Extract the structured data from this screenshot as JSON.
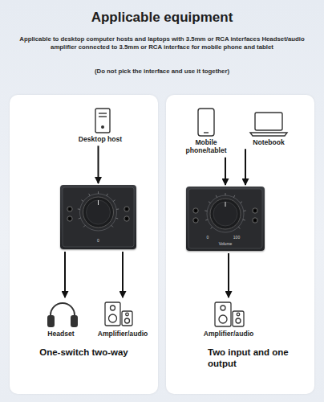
{
  "diagram": {
    "title": "Applicable equipment",
    "nodes": [
      {
        "text": [
          "One-switch two-way"
        ]
      },
      {
        "text": [
          "Desktop host"
        ],
        "in": 0
      },
      {
        "text": [
          "0"
        ],
        "in": 0
      },
      {
        "text": [
          "Headset"
        ],
        "in": 0
      },
      {
        "text": [
          "Amplifier/audio"
        ],
        "in": 0
      },
      {
        "text": [
          "Two input and one output"
        ]
      },
      {
        "text": [
          "Mobile phone/tablet"
        ],
        "in": 5
      },
      {
        "text": [
          "Notebook"
        ],
        "in": 5
      },
      {
        "text": [
          "0",
          "100",
          "Volume"
        ],
        "in": 5
      },
      {
        "text": [
          "Amplifier/audio"
        ],
        "in": 5
      }
    ],
    "edges": [
      {
        "from": 1,
        "to": 2,
        "arrow": "to"
      },
      {
        "from": 2,
        "to": 3,
        "arrow": "to"
      },
      {
        "from": 2,
        "to": 4,
        "arrow": "to"
      },
      {
        "from": 6,
        "to": 8,
        "arrow": "to"
      },
      {
        "from": 7,
        "to": 8,
        "arrow": "to"
      },
      {
        "from": 8,
        "to": 9,
        "arrow": "to"
      }
    ],
    "labels": [
      "Applicable to desktop computer hosts and laptops with 3.5mm or RCA interfaces Headset/audio amplifier connected to 3.5mm or RCA interface for mobile phone and tablet",
      "(Do not pick the interface and use it together)"
    ]
  }
}
